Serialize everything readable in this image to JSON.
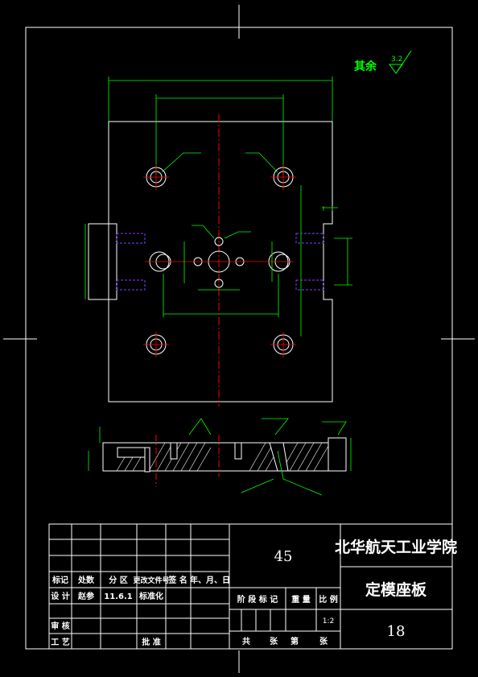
{
  "colors": {
    "background": "#000000",
    "frame": "#ffffff",
    "dimension": "#00ff00",
    "centerline": "#ff0000",
    "thread": "#8040ff",
    "surface_note": "#00ff00"
  },
  "surface_note": {
    "label": "其余",
    "roughness": "3.2"
  },
  "title_block": {
    "material": "45",
    "school": "北华航天工业学院",
    "part_name": "定模座板",
    "drawing_number": "18",
    "scale_value": "1:2",
    "header_labels": [
      "标记",
      "处数",
      "分 区",
      "更改文件号",
      "签 名",
      "年、月、日"
    ],
    "design_row": [
      "设 计",
      "赵参",
      "11.6.1",
      "标准化"
    ],
    "review_label": "审 核",
    "craft_label": "工 艺",
    "approve_label": "批 准",
    "stage_label": "阶 段 标 记",
    "weight_label": "重 量",
    "scale_label": "比 例",
    "sheet_total_label": "共",
    "sheet_label": "张",
    "sheet_num_label": "第",
    "sheet_end_label": "张"
  }
}
